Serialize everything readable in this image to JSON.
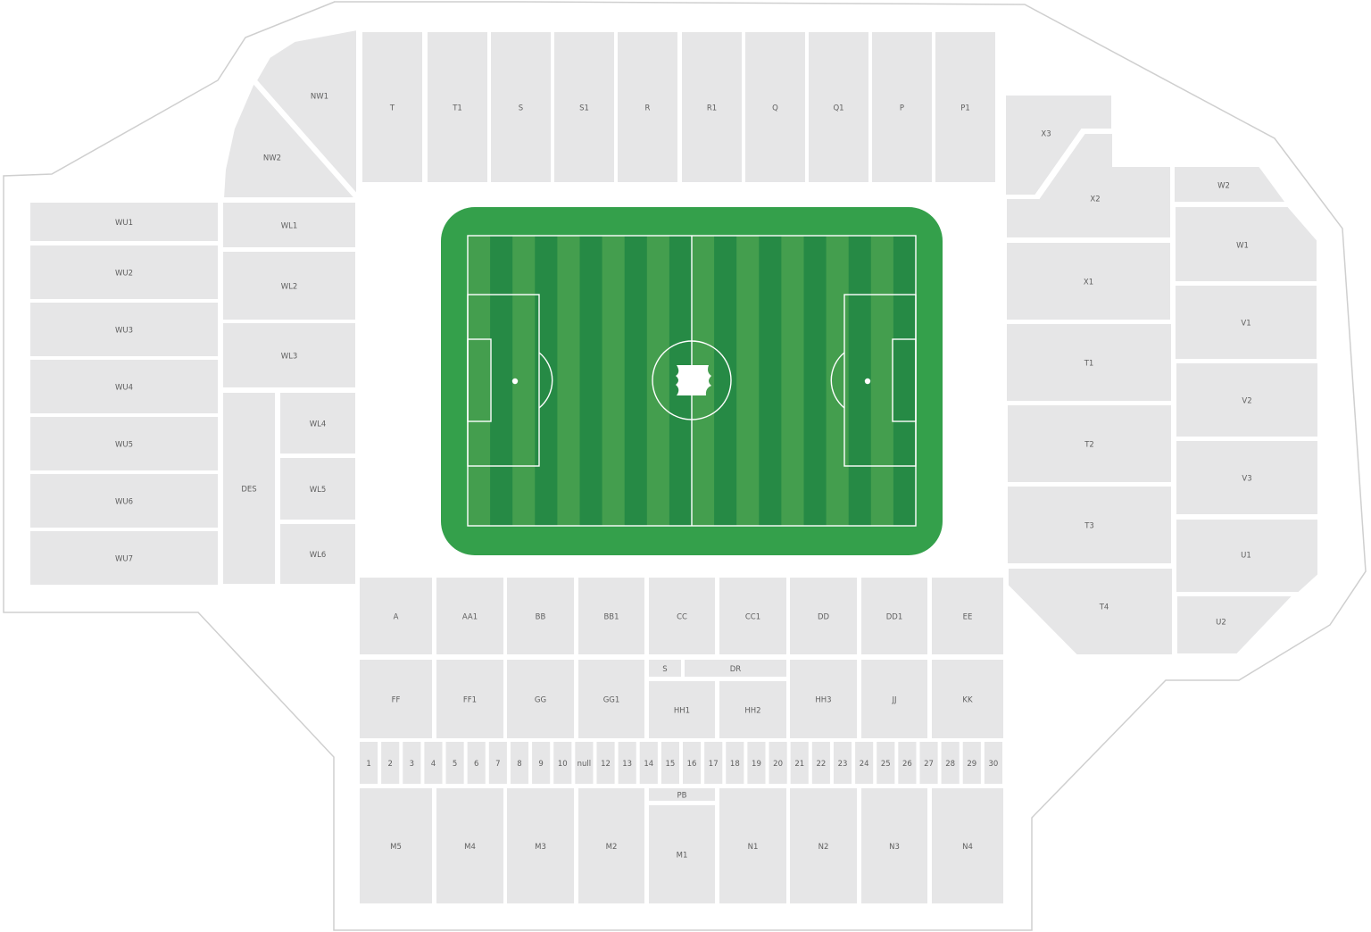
{
  "accent_colors": {
    "pitch_surround": "#34a04b",
    "stripe_light": "#449e4e",
    "stripe_dark": "#268a45",
    "section_fill": "#e6e6e7",
    "outline": "#cfcfcf"
  },
  "pitch": {
    "center_icon": "ticket-icon"
  },
  "sections": {
    "north": [
      "T",
      "T1",
      "S",
      "S1",
      "R",
      "R1",
      "Q",
      "Q1",
      "P",
      "P1"
    ],
    "northwest": [
      "NW1",
      "NW2"
    ],
    "west_upper": [
      "WU1",
      "WU2",
      "WU3",
      "WU4",
      "WU5",
      "WU6",
      "WU7"
    ],
    "west_lower": [
      "WL1",
      "WL2",
      "WL3",
      "DES",
      "WL4",
      "WL5",
      "WL6"
    ],
    "east": [
      "X3",
      "X2",
      "W2",
      "X1",
      "W1",
      "T1",
      "V1",
      "T2",
      "V2",
      "T3",
      "V3",
      "U1",
      "T4",
      "U2"
    ],
    "south_row1": [
      "A",
      "AA1",
      "BB",
      "BB1",
      "CC",
      "CC1",
      "DD",
      "DD1",
      "EE"
    ],
    "south_row2": [
      "FF",
      "FF1",
      "GG",
      "GG1",
      "S",
      "DR",
      "HH1",
      "HH2",
      "HH3",
      "JJ",
      "KK"
    ],
    "boxes": [
      "1",
      "2",
      "3",
      "4",
      "5",
      "6",
      "7",
      "8",
      "9",
      "10",
      "null",
      "12",
      "13",
      "14",
      "15",
      "16",
      "17",
      "18",
      "19",
      "20",
      "21",
      "22",
      "23",
      "24",
      "25",
      "26",
      "27",
      "28",
      "29",
      "30"
    ],
    "south_row3": [
      "M5",
      "M4",
      "M3",
      "M2",
      "PB",
      "M1",
      "N1",
      "N2",
      "N3",
      "N4"
    ]
  }
}
